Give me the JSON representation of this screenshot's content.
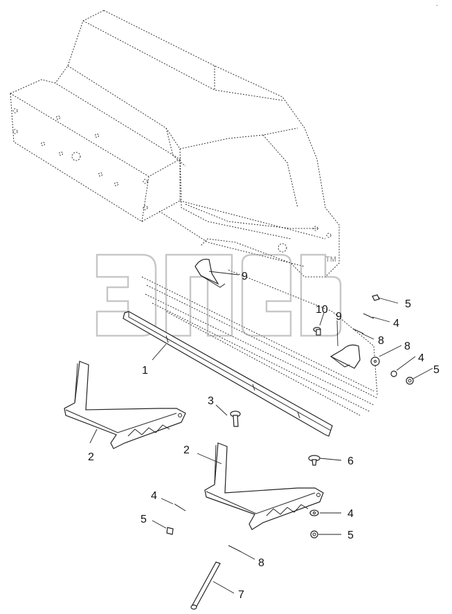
{
  "corner_mark": "-",
  "watermark": {
    "text": "ЭПЕВ",
    "tm": "TM"
  },
  "callouts": [
    {
      "label": "1"
    },
    {
      "label": "2"
    },
    {
      "label": "2"
    },
    {
      "label": "3"
    },
    {
      "label": "4"
    },
    {
      "label": "4"
    },
    {
      "label": "4"
    },
    {
      "label": "4"
    },
    {
      "label": "5"
    },
    {
      "label": "5"
    },
    {
      "label": "5"
    },
    {
      "label": "5"
    },
    {
      "label": "6"
    },
    {
      "label": "7"
    },
    {
      "label": "8"
    },
    {
      "label": "8"
    },
    {
      "label": "8"
    },
    {
      "label": "9"
    },
    {
      "label": "9"
    },
    {
      "label": "10"
    }
  ]
}
